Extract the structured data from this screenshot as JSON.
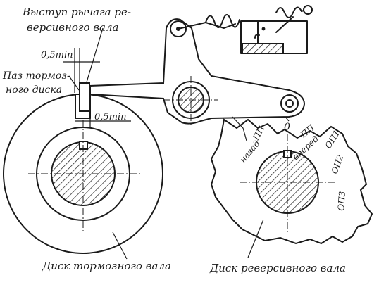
{
  "labels": {
    "lever_projection_line1": "Выступ рычага ре-",
    "lever_projection_line2": "версивного вала",
    "groove_line1": "Паз тормоз-",
    "groove_line2": "ного диска",
    "gap_top": "0,5min",
    "gap_bottom": "0,5min",
    "pivot": "0",
    "brake_disc": "Диск тормозного вала",
    "reverse_disc": "Диск реверсивного вала",
    "mark_pp_back": "ПП",
    "mark_back": "назад",
    "mark_pp_forward": "ПП",
    "mark_forward": "вперед",
    "mark_ot1": "ОП1",
    "mark_ot2": "ОП2",
    "mark_ot3": "ОП3"
  },
  "colors": {
    "ink": "#1a1a1a",
    "paper": "#ffffff"
  }
}
